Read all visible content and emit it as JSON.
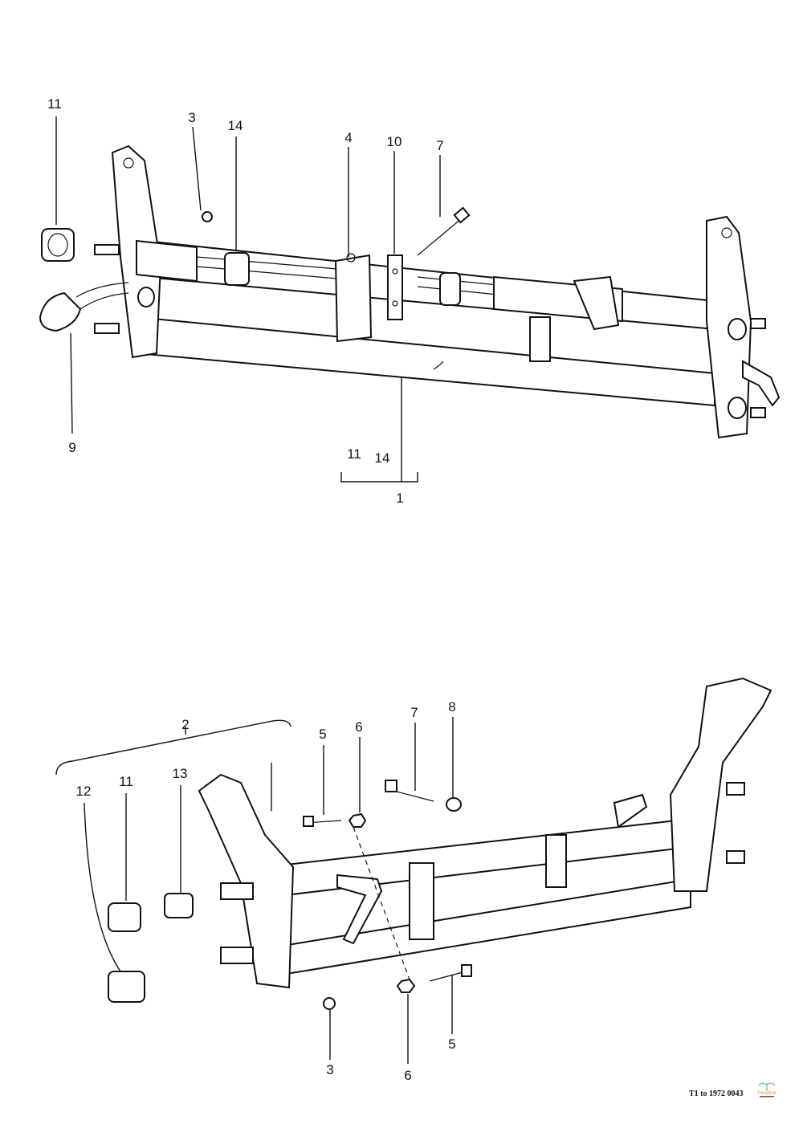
{
  "diagram": {
    "top_assembly": {
      "callouts": [
        "11",
        "3",
        "14",
        "4",
        "10",
        "7",
        "9",
        "11",
        "14",
        "1"
      ]
    },
    "bottom_assembly": {
      "callouts": [
        "2",
        "5",
        "6",
        "7",
        "8",
        "12",
        "11",
        "13",
        "3",
        "6",
        "5"
      ]
    }
  },
  "footer": {
    "caption": "T1 to 1972 0043",
    "logo_text": "Paradise"
  }
}
